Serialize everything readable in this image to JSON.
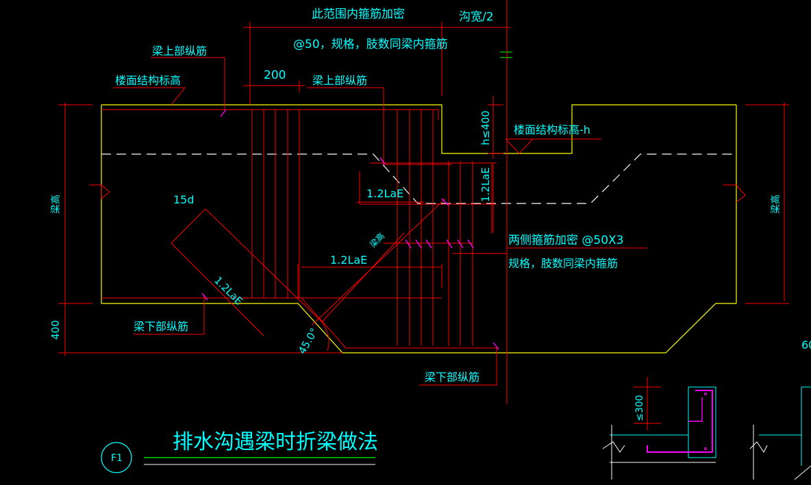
{
  "drawing": {
    "title": "排水沟遇梁时折梁做法",
    "detail_tag": "F1",
    "colors": {
      "background": "#000000",
      "dimension": "#ff0000",
      "outline": "#ffff00",
      "rebar": "#ff0000",
      "text": "#00ffff",
      "tick": "#ff00ff",
      "title_underline": "#00ff00"
    }
  },
  "labels": {
    "stirrup_zone": "此范围内箍筋加密",
    "stirrup_spec": "@50，规格，肢数同梁内箍筋",
    "trench_half": "沟宽/2",
    "top_bar_1": "梁上部纵筋",
    "floor_level": "楼面结构标高",
    "dim_200": "200",
    "top_bar_2": "梁上部纵筋",
    "h_le_400": "h≤400",
    "floor_level_h": "楼面结构标高-h",
    "lae_upper": "1.2LaE",
    "lae_vertical": "1.2LaE",
    "beam_height_left": "梁高",
    "beam_height_right": "梁高",
    "beam_height_diag": "梁高",
    "d15": "15d",
    "lae_mid": "1.2LaE",
    "lae_diag": "1.2LaE",
    "side_stirrup": "两侧箍筋加密 @50X3",
    "side_stirrup_spec": "规格，肢数同梁内箍筋",
    "bottom_bar_1": "梁下部纵筋",
    "dim_400": "400",
    "angle": "45.0°",
    "bottom_bar_2": "梁下部纵筋",
    "partial_60": "60",
    "dim_300": "≤300"
  }
}
